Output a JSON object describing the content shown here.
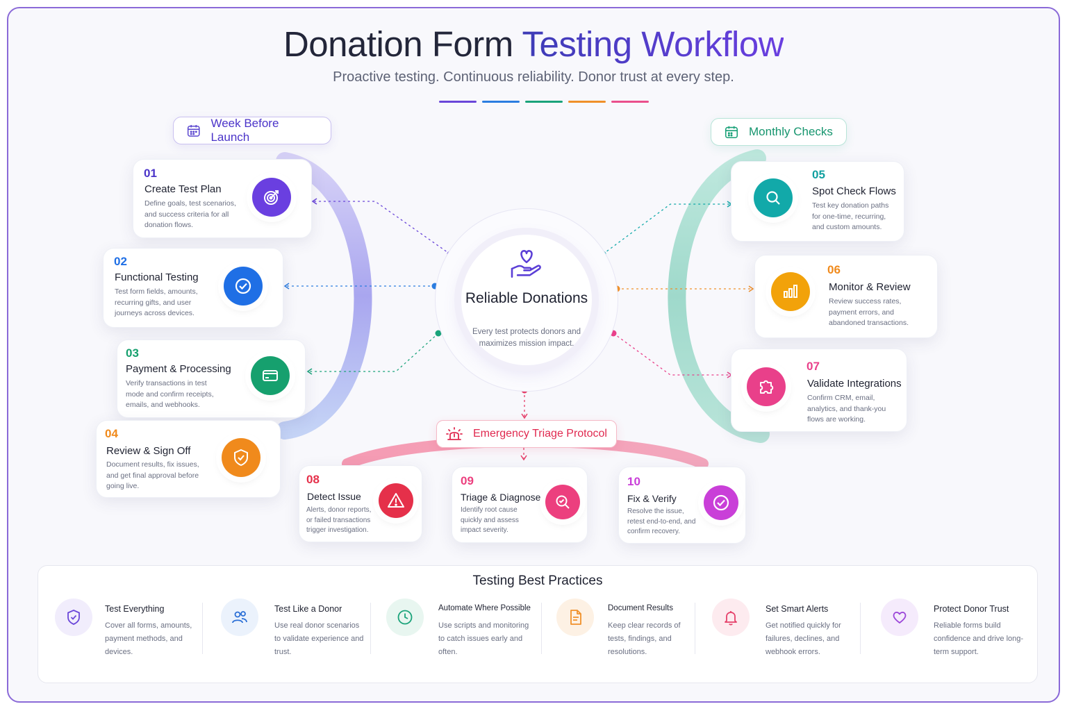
{
  "header": {
    "title_plain": "Donation Form ",
    "title_accent": "Testing Workflow",
    "subtitle": "Proactive testing. Continuous reliability. Donor trust at every step.",
    "divider_colors": [
      "#6a46d9",
      "#2b7de0",
      "#1aa37a",
      "#f0902a",
      "#ea4f8c"
    ]
  },
  "phases": {
    "weekly_label": "Week Before Launch",
    "monthly_label": "Monthly Checks",
    "emergency_label": "Emergency Triage Protocol"
  },
  "center": {
    "title": "Reliable Donations",
    "description": "Every test protects donors and maximizes mission impact.",
    "icon": "heart-hand-icon"
  },
  "steps": [
    {
      "num": "01",
      "title": "Create Test Plan",
      "desc": "Define goals, test scenarios, and success criteria for all donation flows.",
      "color": "#6a3fe0",
      "icon": "target-icon"
    },
    {
      "num": "02",
      "title": "Functional Testing",
      "desc": "Test form fields, amounts, recurring gifts, and user journeys across devices.",
      "color": "#1f6fe5",
      "icon": "check-circle-icon"
    },
    {
      "num": "03",
      "title": "Payment & Processing",
      "desc": "Verify transactions in test mode and confirm receipts, emails, and webhooks.",
      "color": "#16a06e",
      "icon": "credit-card-icon"
    },
    {
      "num": "04",
      "title": "Review & Sign Off",
      "desc": "Document results, fix issues, and get final approval before going live.",
      "color": "#f08a1c",
      "icon": "shield-check-icon"
    },
    {
      "num": "05",
      "title": "Spot Check Flows",
      "desc": "Test key donation paths for one-time, recurring, and custom amounts.",
      "color": "#12a9a9",
      "icon": "search-icon"
    },
    {
      "num": "06",
      "title": "Monitor & Review",
      "desc": "Review success rates, payment errors, and abandoned transactions.",
      "color": "#f2a20a",
      "icon": "bar-chart-icon"
    },
    {
      "num": "07",
      "title": "Validate Integrations",
      "desc": "Confirm CRM, email, analytics, and thank-you flows are working.",
      "color": "#e9408a",
      "icon": "puzzle-icon"
    },
    {
      "num": "08",
      "title": "Detect Issue",
      "desc": "Alerts, donor reports, or failed transactions trigger investigation.",
      "color": "#e5304a",
      "icon": "warning-icon"
    },
    {
      "num": "09",
      "title": "Triage & Diagnose",
      "desc": "Identify root cause quickly and assess impact severity.",
      "color": "#ec3f7e",
      "icon": "magnify-icon"
    },
    {
      "num": "10",
      "title": "Fix & Verify",
      "desc": "Resolve the issue, retest end-to-end, and confirm recovery.",
      "color": "#c93fd8",
      "icon": "check-circle-icon"
    }
  ],
  "best_practices": {
    "title": "Testing Best Practices",
    "items": [
      {
        "title": "Test Everything",
        "desc": "Cover all forms, amounts, payment methods, and devices.",
        "color": "#6a46d9",
        "icon": "shield-check-icon"
      },
      {
        "title": "Test Like a Donor",
        "desc": "Use real donor scenarios to validate experience and trust.",
        "color": "#2b6fd6",
        "icon": "users-icon"
      },
      {
        "title": "Automate Where Possible",
        "desc": "Use scripts and monitoring to catch issues early and often.",
        "color": "#1aa37a",
        "icon": "clock-icon"
      },
      {
        "title": "Document Results",
        "desc": "Keep clear records of tests, findings, and resolutions.",
        "color": "#f0902a",
        "icon": "document-icon"
      },
      {
        "title": "Set Smart Alerts",
        "desc": "Get notified quickly for failures, declines, and webhook errors.",
        "color": "#e5406a",
        "icon": "bell-icon"
      },
      {
        "title": "Protect Donor Trust",
        "desc": "Reliable forms build confidence and drive long-term support.",
        "color": "#9c46d9",
        "icon": "heart-icon"
      }
    ]
  }
}
